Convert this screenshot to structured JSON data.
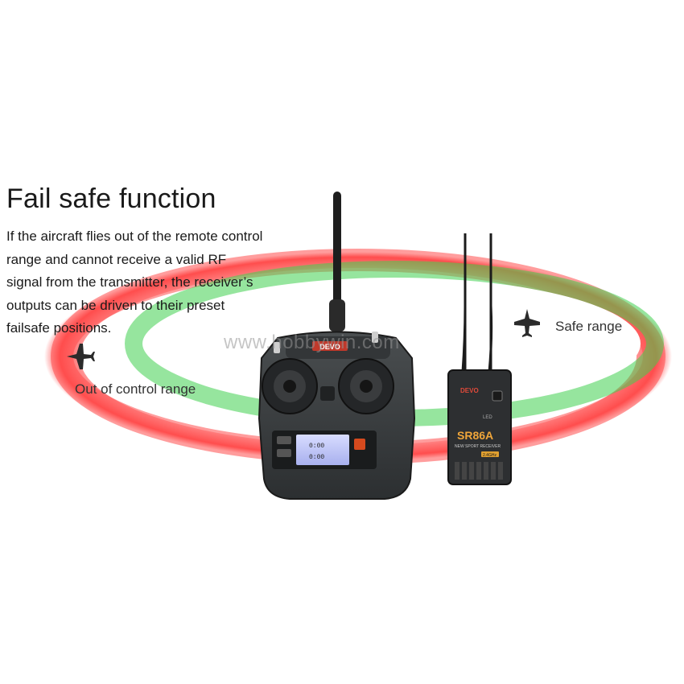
{
  "title": "Fail safe function",
  "description_lines": [
    "If the aircraft flies out of the remote control",
    "range and cannot receive a valid RF",
    "signal from the transmitter, the receiver’s",
    "outputs can be driven to their preset",
    "failsafe positions."
  ],
  "labels": {
    "safe_range": "Safe range",
    "out_of_range": "Out of control range"
  },
  "transmitter": {
    "brand": "DEVO",
    "screen_time_1": "0:00",
    "screen_time_2": "0:00"
  },
  "receiver": {
    "brand": "DEVO",
    "model": "SR86A",
    "subtitle": "NEW SPORT RECEIVER",
    "tag": "2.4GHz",
    "led_label": "LED"
  },
  "watermark": "www.hobbywin.com",
  "colors": {
    "safe_zone": "#3fcf4f",
    "out_zone": "#ef4444",
    "device_body": "#3a3d3f"
  },
  "icons": {
    "safe_plane": "airplane-icon",
    "out_plane": "airplane-icon"
  }
}
